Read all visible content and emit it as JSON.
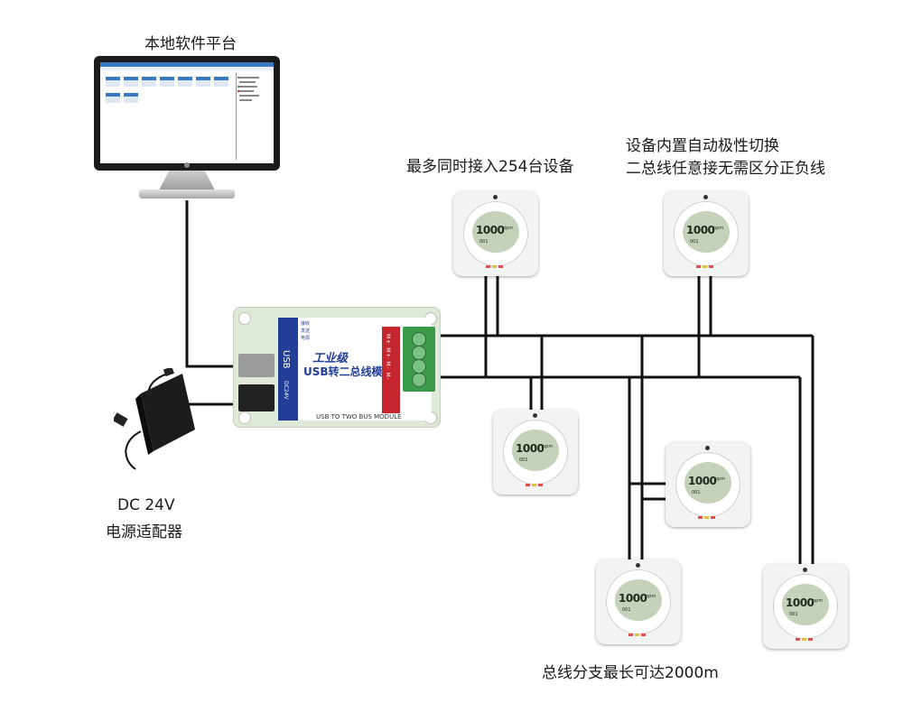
{
  "labels": {
    "software": "本地软件平台",
    "max_devices": "最多同时接入254台设备",
    "polarity_line1": "设备内置自动极性切换",
    "polarity_line2": "二总线任意接无需区分正负线",
    "power_line1": "DC 24V",
    "power_line2": "电源适配器",
    "branch": "总线分支最长可达2000m"
  },
  "module": {
    "title_line1": "工业级",
    "title_line2": "USB转二总线模块",
    "bottom_text": "USB TO TWO BUS MODULE",
    "usb_label": "USB",
    "dc_label": "DC24V",
    "led_labels": [
      "接收",
      "发送",
      "电源"
    ],
    "terminal_label": "M+ M+ M- M-"
  },
  "sensor": {
    "reading": "1000",
    "unit": "ppm",
    "sub": "001"
  },
  "colors": {
    "wire": "#111111",
    "module_blue": "#233e97",
    "module_red": "#c6262e",
    "terminal_green": "#3a9a4a"
  }
}
